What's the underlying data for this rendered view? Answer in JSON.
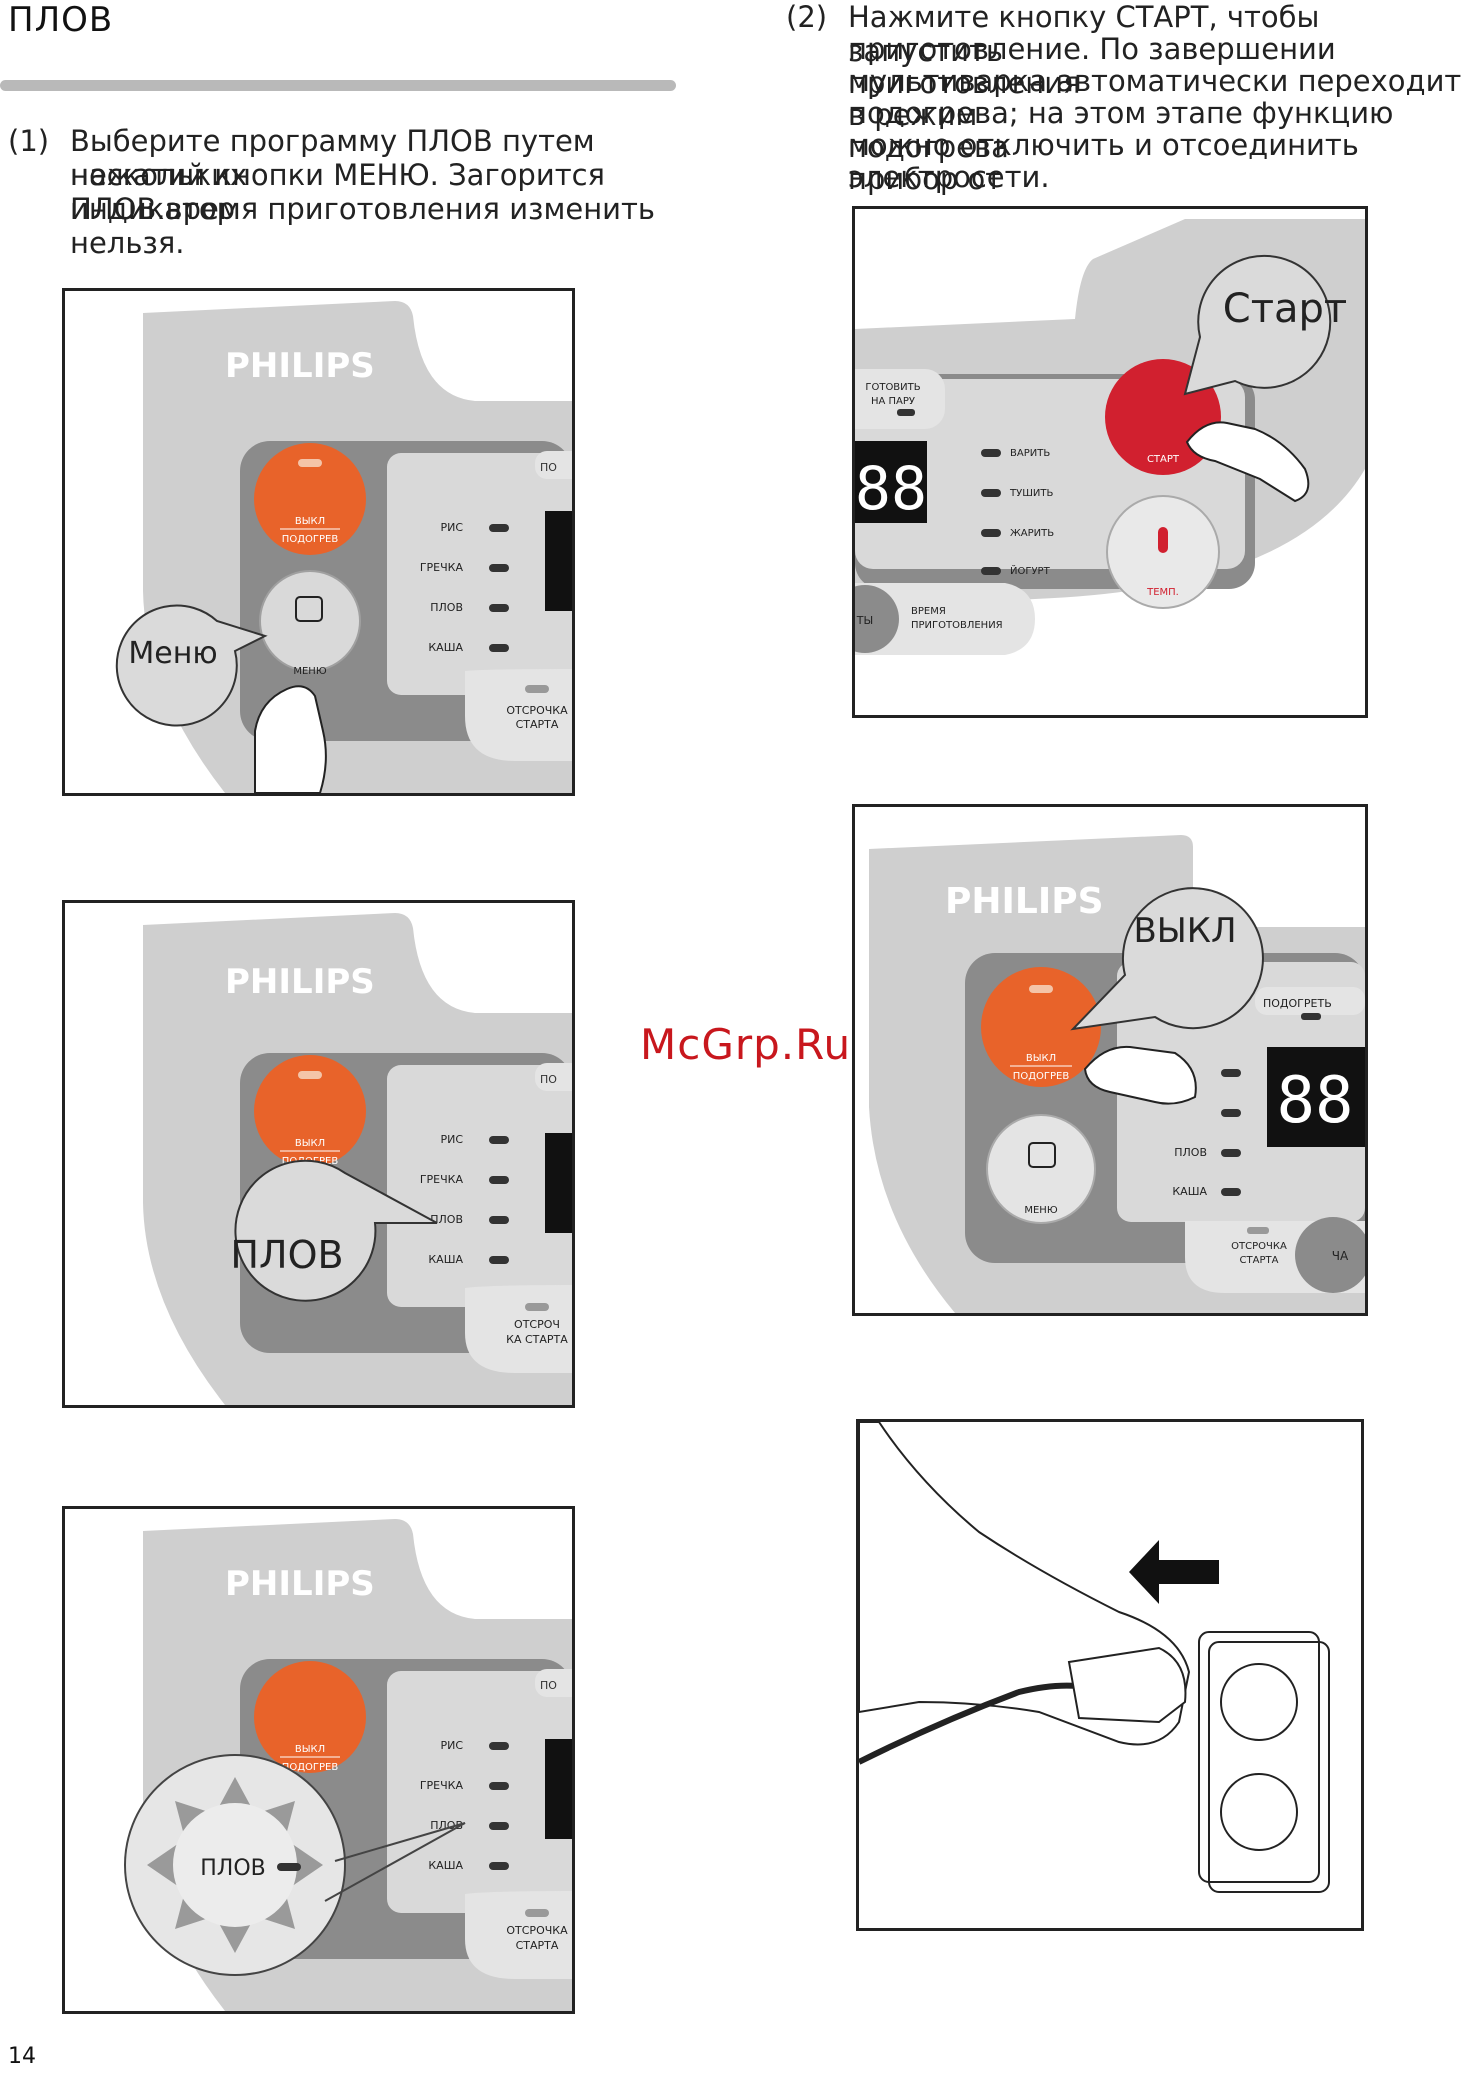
{
  "page": {
    "title": "ПЛОВ",
    "page_number": "14",
    "watermark": "McGrp.Ru"
  },
  "steps": [
    {
      "number": "(1)",
      "lines": [
        "Выберите программу ПЛОВ путем нескольких",
        "нажатий кнопки МЕНЮ. Загорится индикатор",
        "ПЛОВ.время приготовления изменить нельзя."
      ]
    },
    {
      "number": "(2)",
      "lines": [
        "Нажмите кнопку СТАРТ, чтобы запустить",
        "приготовление. По завершении приготовления",
        "мультиварка автоматически переходит в режим",
        "подогрева; на этом этапе функцию подогрева",
        "можно отключить и отсоединить прибор от",
        "электросети."
      ]
    }
  ],
  "panel_a": {
    "brand": "PHILIPS",
    "off_label": "ВЫКЛ",
    "warm_label": "ПОДОГРЕВ",
    "menu_label": "МЕНЮ",
    "programs": [
      "РИС",
      "ГРЕЧКА",
      "ПЛОВ",
      "КАША"
    ],
    "top_right_label": "ПО",
    "delay_label_1": "ОТСРОЧКА",
    "delay_label_2": "СТАРТА",
    "callout": "Меню"
  },
  "panel_b": {
    "brand": "PHILIPS",
    "off_label": "ВЫКЛ",
    "warm_label": "ПОДОГРЕВ",
    "programs": [
      "РИС",
      "ГРЕЧКА",
      "ПЛОВ",
      "КАША"
    ],
    "top_right_label": "ПО",
    "delay_label_1": "ОТСРОЧ",
    "delay_label_2": "КА СТАРТА",
    "callout": "ПЛОВ"
  },
  "panel_c": {
    "brand": "PHILIPS",
    "off_label": "ВЫКЛ",
    "warm_label": "ПОДОГРЕВ",
    "programs": [
      "РИС",
      "ГРЕЧКА",
      "ПЛОВ",
      "КАША"
    ],
    "top_right_label": "ПО",
    "delay_label_1": "ОТСРОЧКА",
    "delay_label_2": "СТАРТА",
    "zoom_label": "ПЛОВ"
  },
  "panel_d": {
    "steam_label_1": "ГОТОВИТЬ",
    "steam_label_2": "НА ПАРУ",
    "programs": [
      "ВАРИТЬ",
      "ТУШИТЬ",
      "ЖАРИТЬ",
      "ЙОГУРТ"
    ],
    "start_label": "СТАРТ",
    "temp_label": "ТЕМП.",
    "time_label_1": "ВРЕМЯ",
    "time_label_2": "ПРИГОТОВЛЕНИЯ",
    "left_partial": "ТЫ",
    "display": "88",
    "callout": "Старт"
  },
  "panel_e": {
    "brand": "PHILIPS",
    "off_label": "ВЫКЛ",
    "warm_label": "ПОДОГРЕВ",
    "menu_label": "МЕНЮ",
    "reheat_label": "ПОДОГРЕТЬ",
    "programs": [
      "ПЛОВ",
      "КАША"
    ],
    "delay_label_1": "ОТСРОЧКА",
    "delay_label_2": "СТАРТА",
    "hour_partial": "ЧА",
    "display": "88",
    "callout": "ВЫКЛ"
  },
  "colors": {
    "orange": "#e8632a",
    "red": "#d1202f",
    "panel_grey": "#cfcfcf",
    "dark_grey": "#8b8b8b"
  }
}
